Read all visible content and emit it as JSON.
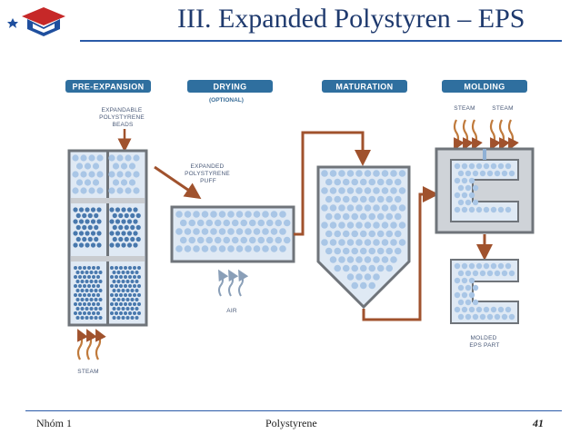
{
  "header": {
    "title": "III. Expanded Polystyren – EPS"
  },
  "footer": {
    "left": "Nhóm 1",
    "center": "Polystyrene",
    "page_number": "41"
  },
  "diagram": {
    "stages": [
      {
        "label": "PRE-EXPANSION"
      },
      {
        "label": "DRYING",
        "note": "(OPTIONAL)"
      },
      {
        "label": "MATURATION"
      },
      {
        "label": "MOLDING"
      }
    ],
    "labels": {
      "beads": [
        "EXPANDABLE",
        "POLYSTYRENE",
        "BEADS"
      ],
      "puff": [
        "EXPANDED",
        "POLYSTYRENE",
        "PUFF"
      ],
      "steam_bottom": "STEAM",
      "air": "AIR",
      "steam_left": "STEAM",
      "steam_right": "STEAM",
      "molded": [
        "MOLDED",
        "EPS PART"
      ]
    },
    "colors": {
      "pill": "#2f6f9f",
      "arrow": "#a0522d",
      "vessel_stroke": "#6f747a",
      "vessel_fill": "#dfe9f4",
      "bead": "#a9c6e6",
      "small_bead": "#4878ad",
      "title": "#1f3a6e"
    }
  }
}
